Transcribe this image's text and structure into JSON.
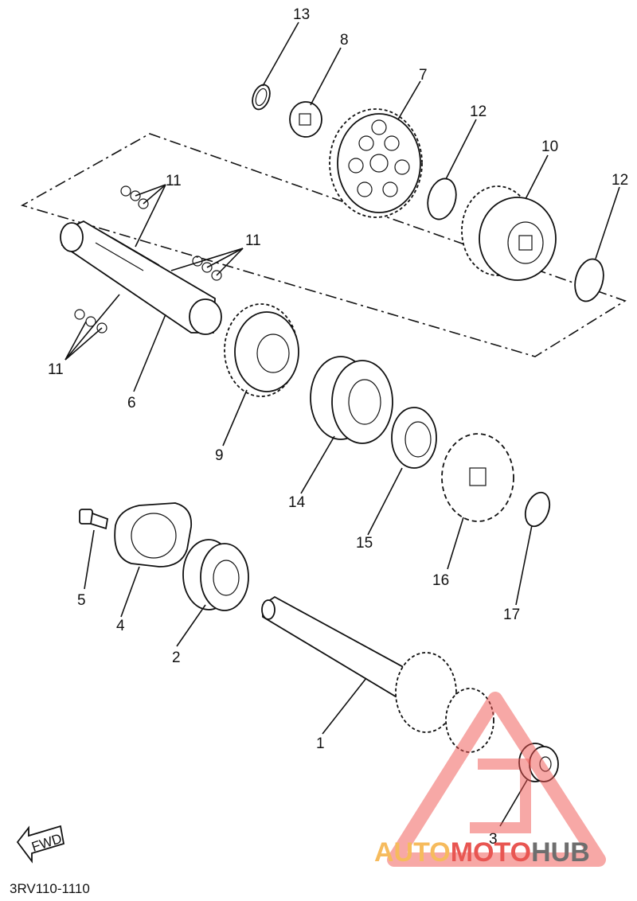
{
  "diagram": {
    "part_code": "3RV110-1110",
    "fwd_label": "FWD",
    "labels": [
      "1",
      "2",
      "3",
      "4",
      "5",
      "6",
      "7",
      "8",
      "9",
      "10",
      "11",
      "12",
      "13",
      "14",
      "15",
      "16",
      "17"
    ],
    "watermark": {
      "part1": "AUTO",
      "part2": "MOTO",
      "part3": "HUB",
      "colors": {
        "orange": "#f5b041",
        "red": "#e53935",
        "gray": "#555555",
        "triangle": "#ef5350"
      }
    }
  }
}
